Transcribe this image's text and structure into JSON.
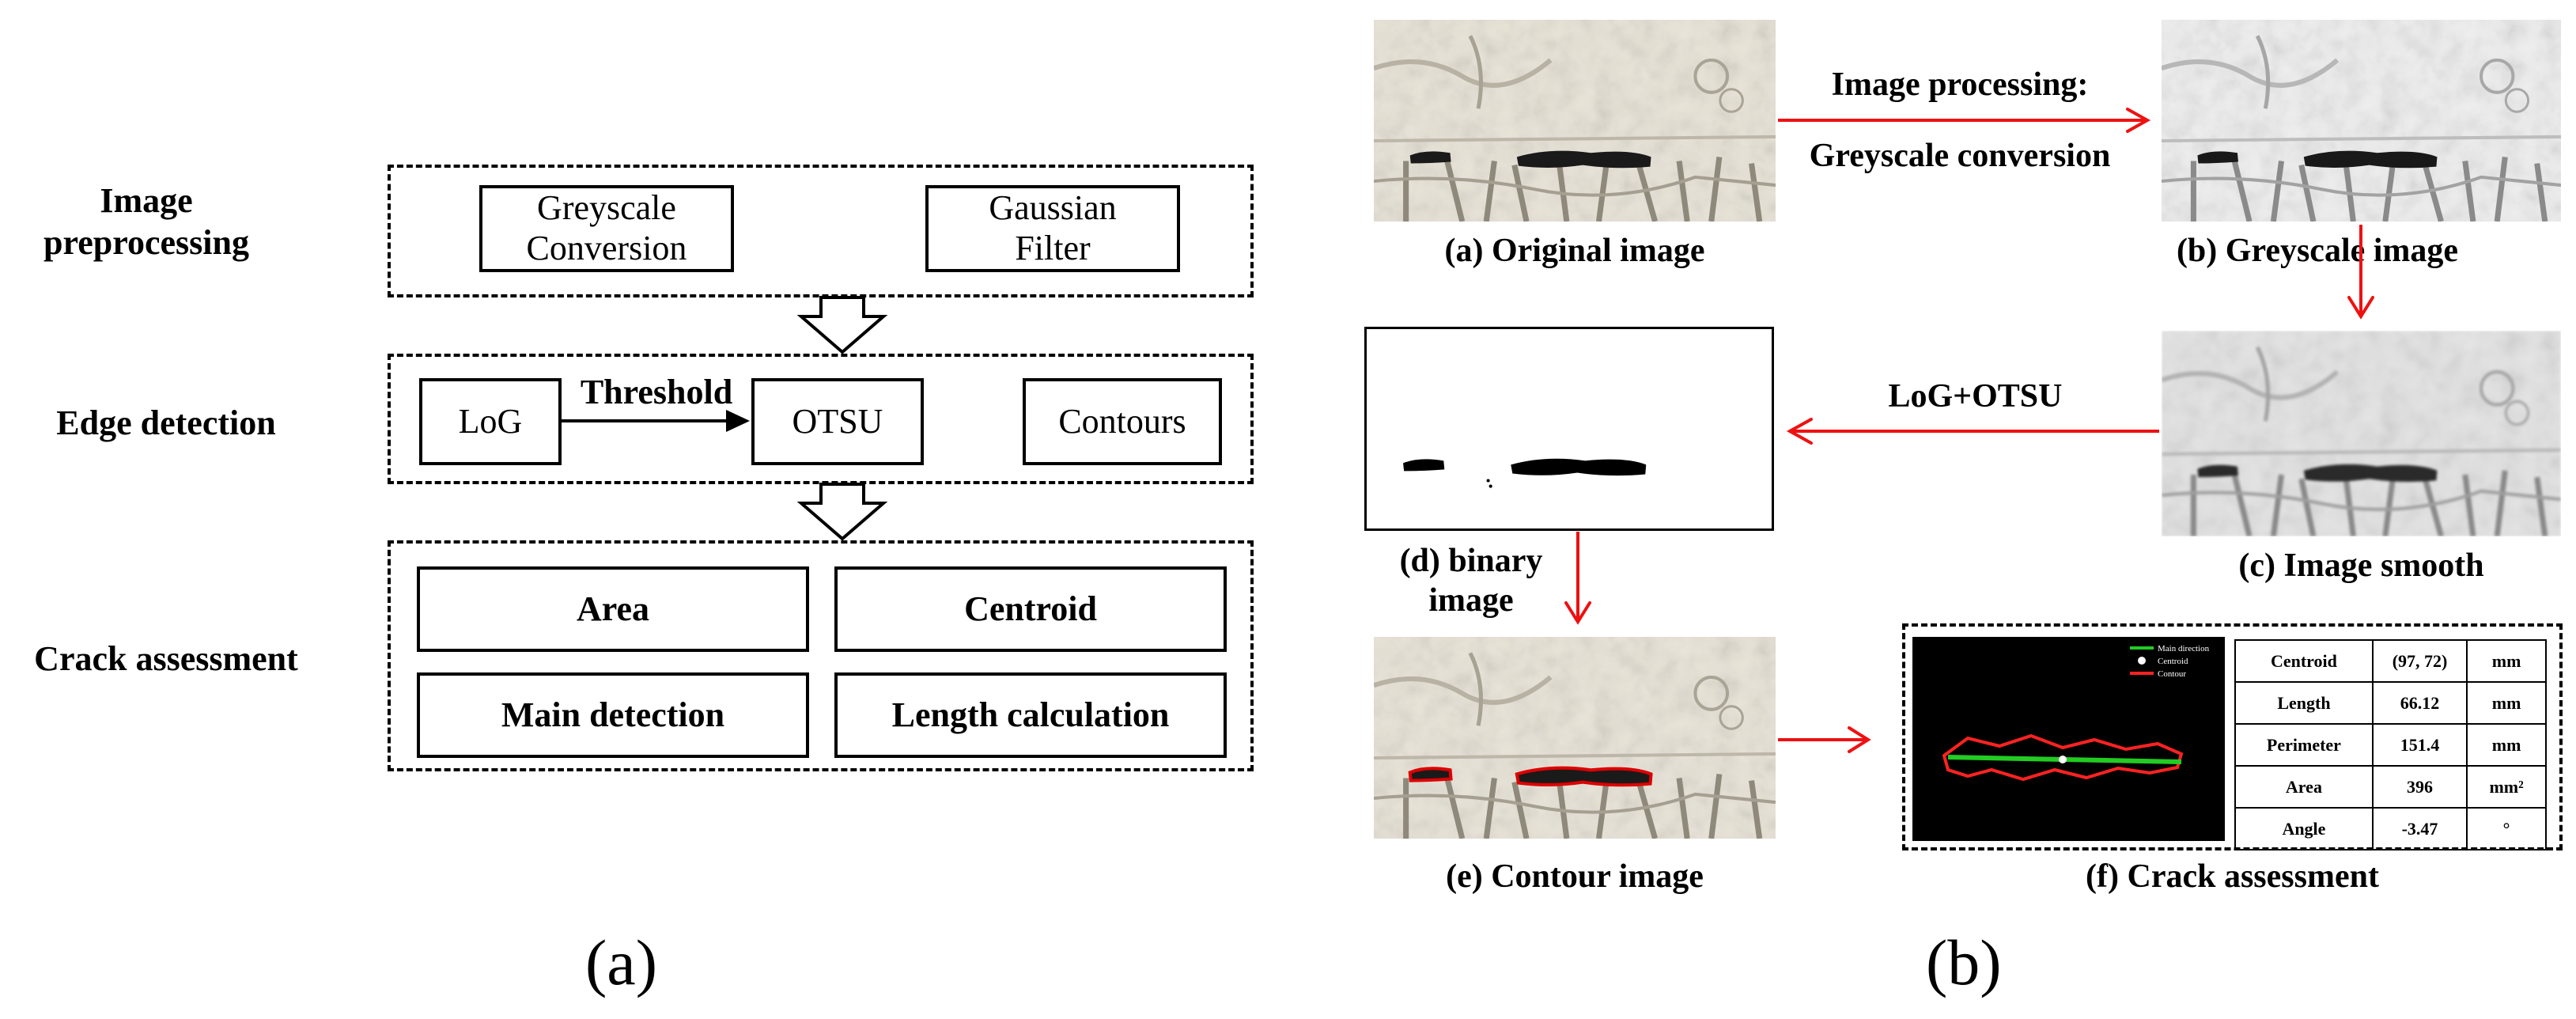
{
  "panel_a": {
    "label": "(a)",
    "stages": [
      {
        "label": "Image preprocessing",
        "boxes": [
          "Greyscale Conversion",
          "Gaussian Filter"
        ]
      },
      {
        "label": "Edge detection",
        "boxes": [
          "LoG",
          "OTSU",
          "Contours"
        ],
        "arrow_label": "Threshold"
      },
      {
        "label": "Crack assessment",
        "boxes": [
          "Area",
          "Centroid",
          "Main detection",
          "Length calculation"
        ]
      }
    ]
  },
  "panel_b": {
    "label": "(b)",
    "captions": {
      "a": "(a) Original image",
      "b": "(b) Greyscale image",
      "c": "(c) Image smooth",
      "d": "(d) binary image",
      "e": "(e) Contour image",
      "f": "(f) Crack assessment"
    },
    "arrows": {
      "processing_line1": "Image processing:",
      "processing_line2": "Greyscale conversion",
      "log_otsu": "LoG+OTSU"
    },
    "legend": [
      "Main direction",
      "Centroid",
      "Contour"
    ],
    "legend_colors": [
      "#22cc22",
      "#ffffff",
      "#ff2222"
    ],
    "metrics": [
      {
        "name": "Centroid",
        "value": "(97, 72)",
        "unit": "mm"
      },
      {
        "name": "Length",
        "value": "66.12",
        "unit": "mm"
      },
      {
        "name": "Perimeter",
        "value": "151.4",
        "unit": "mm"
      },
      {
        "name": "Area",
        "value": "396",
        "unit": "mm²"
      },
      {
        "name": "Angle",
        "value": "-3.47",
        "unit": "°"
      }
    ]
  },
  "colors": {
    "arrow_red": "#ee1111",
    "crack_dark": "#1a1a1a",
    "contour_red": "#dd0000"
  }
}
